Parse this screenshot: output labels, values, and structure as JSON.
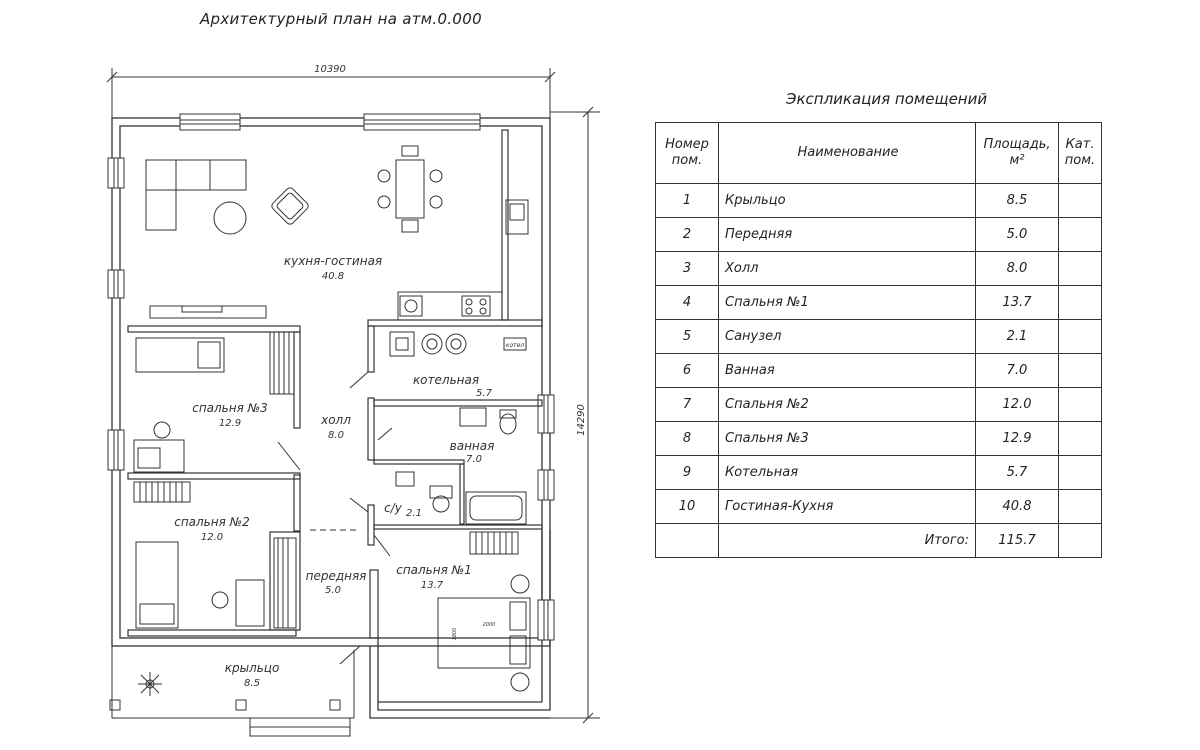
{
  "plan": {
    "title": "Архитектурный план на атм.0.000",
    "dim_width": "10390",
    "dim_height": "14290",
    "rooms": [
      {
        "label": "кухня-гостиная",
        "area": "40.8"
      },
      {
        "label": "котельная",
        "area": "5.7"
      },
      {
        "label": "спальня №3",
        "area": "12.9"
      },
      {
        "label": "холл",
        "area": "8.0"
      },
      {
        "label": "ванная",
        "area": "7.0"
      },
      {
        "label": "спальня №2",
        "area": "12.0"
      },
      {
        "label": "с/у",
        "area": "2.1"
      },
      {
        "label": "передняя",
        "area": "5.0"
      },
      {
        "label": "спальня №1",
        "area": "13.7"
      },
      {
        "label": "крыльцо",
        "area": "8.5"
      }
    ],
    "boiler_label": "котел",
    "bed_dim_w": "2000",
    "bed_dim_h": "1800"
  },
  "explication": {
    "title": "Экспликация помещений",
    "headers": {
      "num": [
        "Номер",
        "пом."
      ],
      "name": "Наименование",
      "area": [
        "Площадь,",
        "м²"
      ],
      "cat": [
        "Кат.",
        "пом."
      ]
    },
    "rows": [
      {
        "num": "1",
        "name": "Крыльцо",
        "area": "8.5"
      },
      {
        "num": "2",
        "name": "Передняя",
        "area": "5.0"
      },
      {
        "num": "3",
        "name": "Холл",
        "area": "8.0"
      },
      {
        "num": "4",
        "name": "Спальня №1",
        "area": "13.7"
      },
      {
        "num": "5",
        "name": "Санузел",
        "area": "2.1"
      },
      {
        "num": "6",
        "name": "Ванная",
        "area": "7.0"
      },
      {
        "num": "7",
        "name": "Спальня №2",
        "area": "12.0"
      },
      {
        "num": "8",
        "name": "Спальня №3",
        "area": "12.9"
      },
      {
        "num": "9",
        "name": "Котельная",
        "area": "5.7"
      },
      {
        "num": "10",
        "name": "Гостиная-Кухня",
        "area": "40.8"
      }
    ],
    "total_label": "Итого:",
    "total_value": "115.7"
  }
}
